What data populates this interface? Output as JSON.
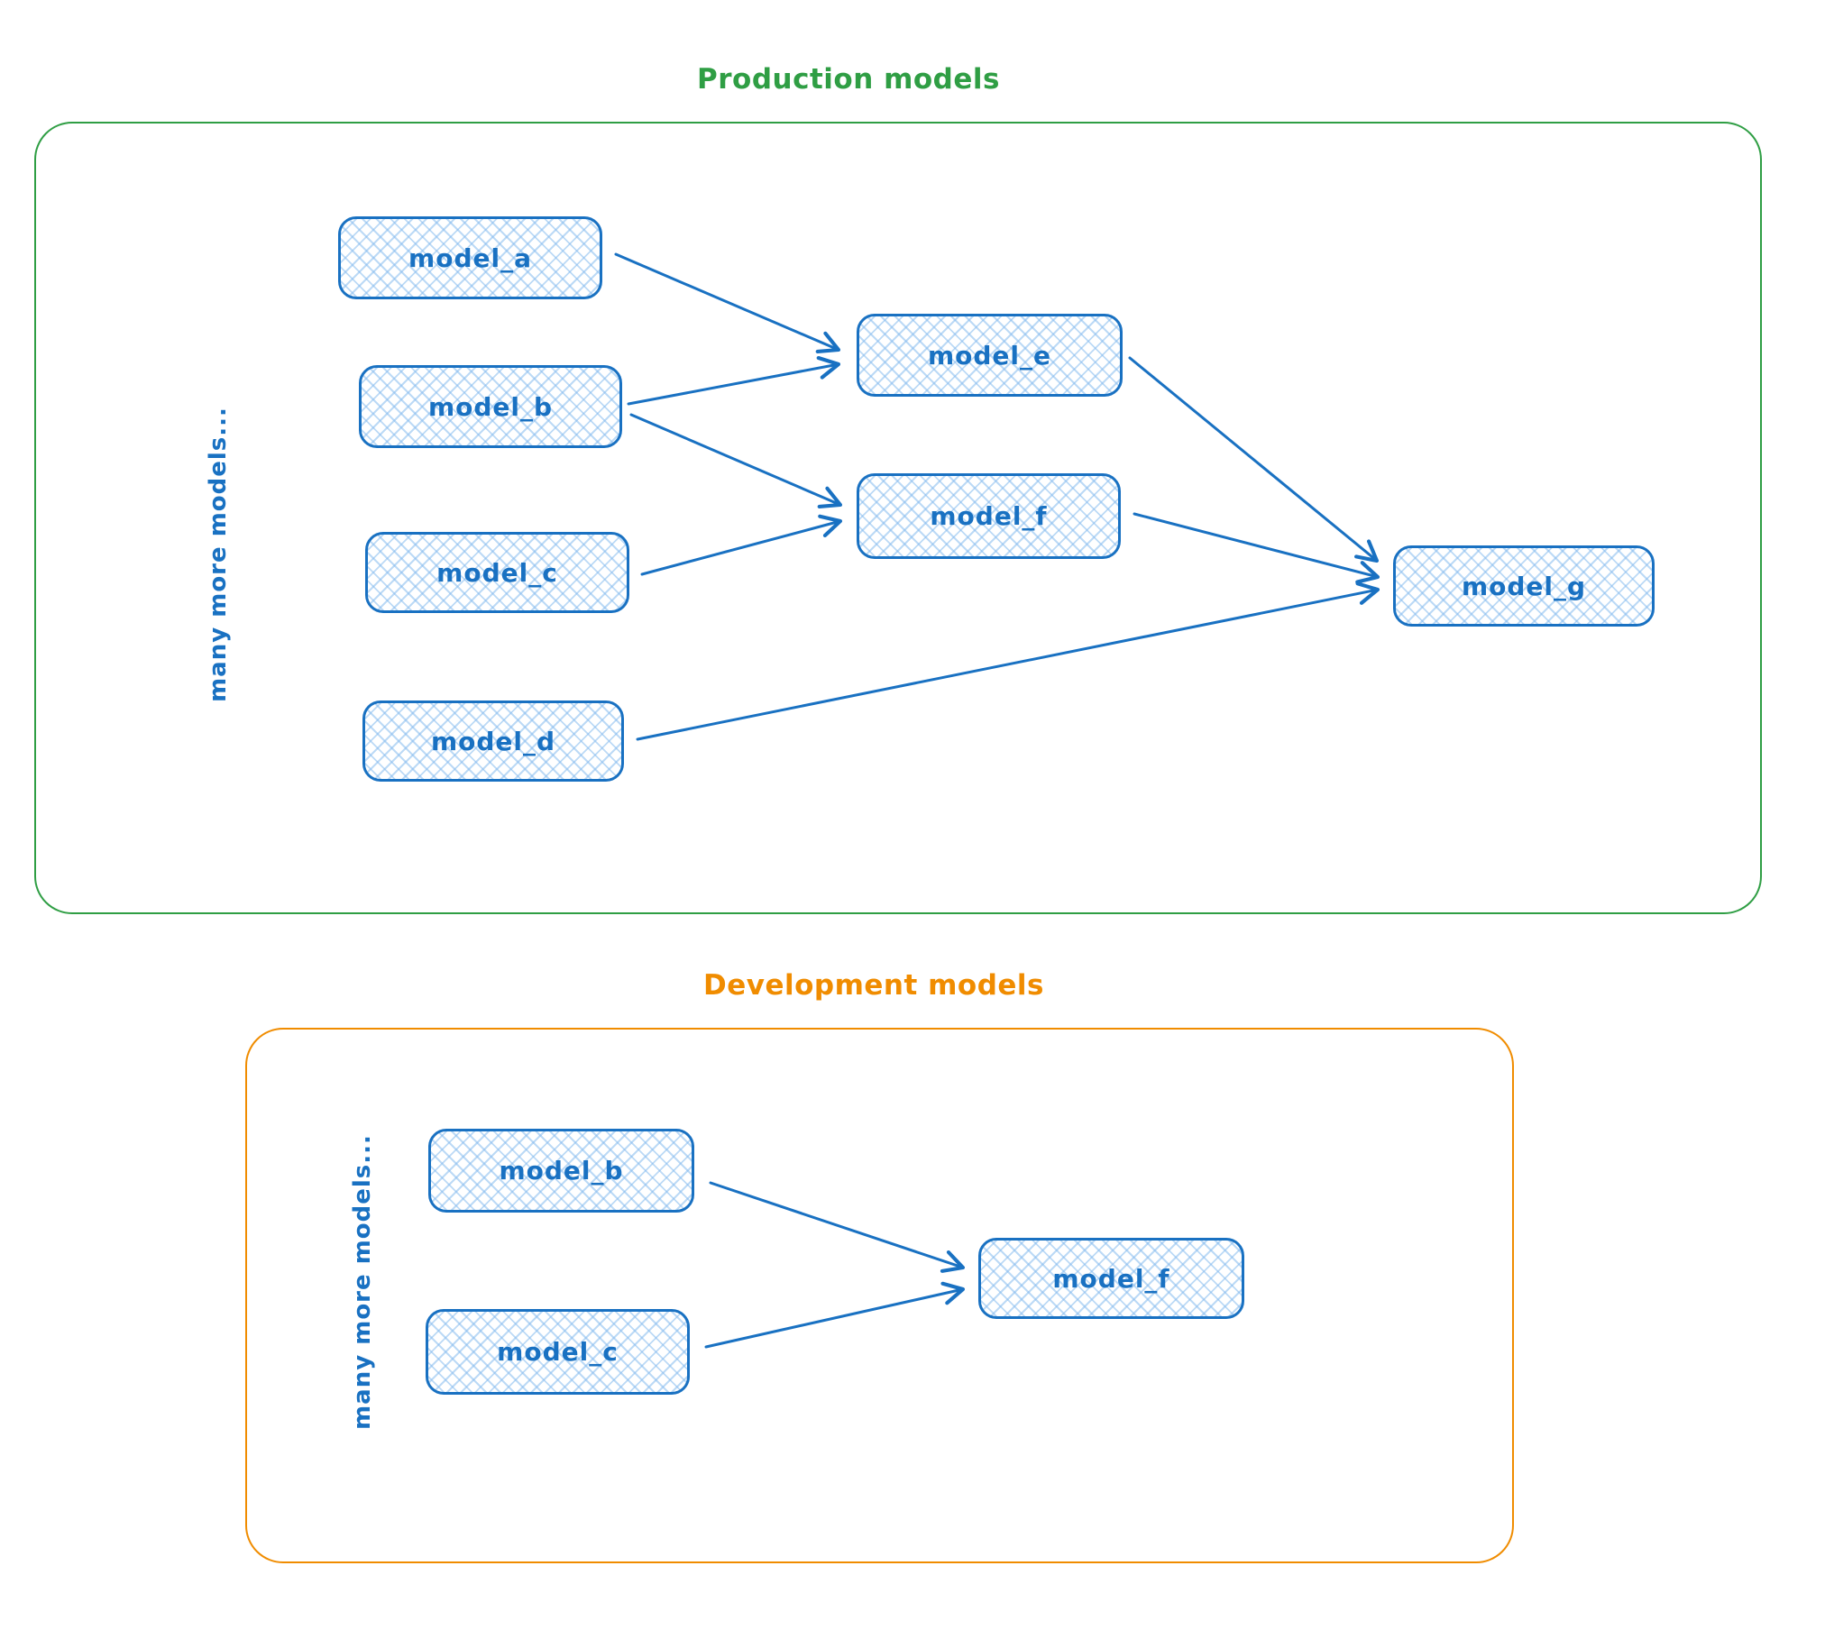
{
  "production": {
    "title": "Production models",
    "side_label": "many more models...",
    "nodes": {
      "model_a": {
        "label": "model_a"
      },
      "model_b": {
        "label": "model_b"
      },
      "model_c": {
        "label": "model_c"
      },
      "model_d": {
        "label": "model_d"
      },
      "model_e": {
        "label": "model_e"
      },
      "model_f": {
        "label": "model_f"
      },
      "model_g": {
        "label": "model_g"
      }
    },
    "edges": [
      {
        "from": "model_a",
        "to": "model_e"
      },
      {
        "from": "model_b",
        "to": "model_e"
      },
      {
        "from": "model_b",
        "to": "model_f"
      },
      {
        "from": "model_c",
        "to": "model_f"
      },
      {
        "from": "model_e",
        "to": "model_g"
      },
      {
        "from": "model_f",
        "to": "model_g"
      },
      {
        "from": "model_d",
        "to": "model_g"
      }
    ]
  },
  "development": {
    "title": "Development models",
    "side_label": "many more models...",
    "nodes": {
      "model_b": {
        "label": "model_b"
      },
      "model_c": {
        "label": "model_c"
      },
      "model_f": {
        "label": "model_f"
      }
    },
    "edges": [
      {
        "from": "model_b",
        "to": "model_f"
      },
      {
        "from": "model_c",
        "to": "model_f"
      }
    ]
  },
  "colors": {
    "node_stroke": "#1971c2",
    "node_hatch_fill": "#a5d8ff",
    "label_blue": "#1971c2",
    "production_green": "#2f9e44",
    "development_orange": "#f08c00"
  }
}
